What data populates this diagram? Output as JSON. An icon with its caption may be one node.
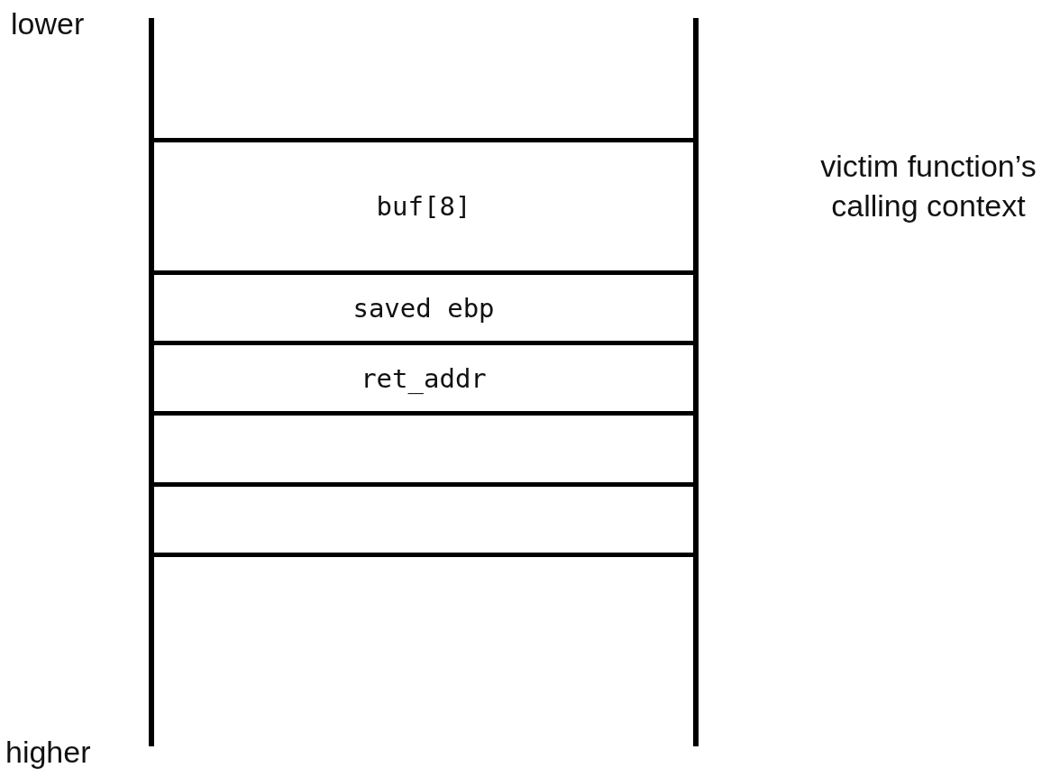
{
  "diagram": {
    "nodes": [
      {
        "text": [
          "buf[8]"
        ]
      },
      {
        "text": [
          "saved ebp"
        ]
      },
      {
        "text": [
          "ret_addr"
        ]
      },
      {
        "text": [],
        "shape": "box"
      },
      {
        "text": [],
        "shape": "box"
      }
    ],
    "labels": [
      "lower",
      "victim function’s calling context",
      "higher"
    ]
  }
}
